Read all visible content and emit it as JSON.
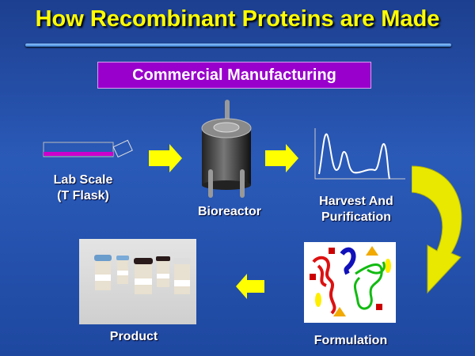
{
  "slide": {
    "title": "How Recombinant Proteins are Made",
    "subtitle": "Commercial Manufacturing",
    "steps": [
      {
        "label_line1": "Lab Scale",
        "label_line2": "(T Flask)",
        "icon": "t-flask-icon"
      },
      {
        "label": "Bioreactor",
        "icon": "bioreactor-icon"
      },
      {
        "label_line1": "Harvest And",
        "label_line2": "Purification",
        "icon": "chromatogram-icon"
      },
      {
        "label": "Formulation",
        "icon": "protein-structure-icon"
      },
      {
        "label": "Product",
        "icon": "vials-icon"
      }
    ],
    "colors": {
      "title": "#ffff00",
      "banner": "#9900cc",
      "arrow": "#ffff00"
    }
  }
}
